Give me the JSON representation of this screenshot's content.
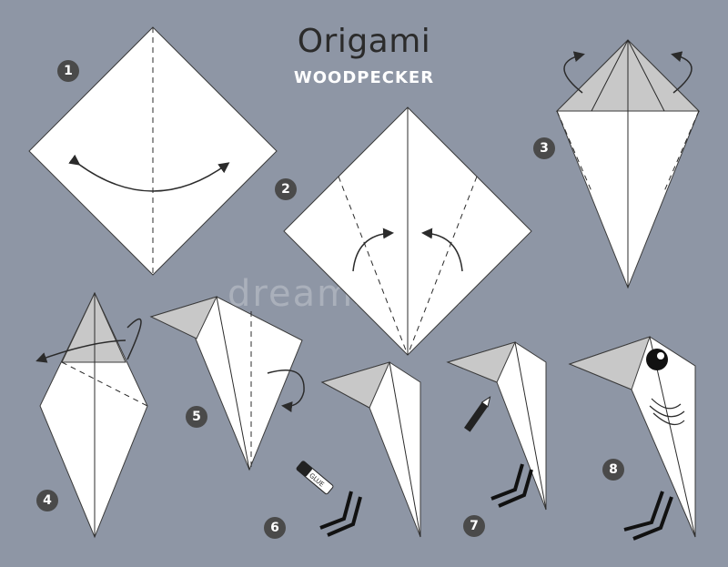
{
  "title": "Origami",
  "subtitle": "WOODPECKER",
  "steps": [
    {
      "number": "1"
    },
    {
      "number": "2"
    },
    {
      "number": "3"
    },
    {
      "number": "4"
    },
    {
      "number": "5"
    },
    {
      "number": "6"
    },
    {
      "number": "7"
    },
    {
      "number": "8"
    }
  ],
  "glue_label": "GLUE",
  "watermark": "dreamstime",
  "colors": {
    "background": "#8e96a5",
    "paper": "#ffffff",
    "paper_shade": "#c8c8c8",
    "line": "#2b2b2b",
    "badge": "#4a4a4a",
    "legs": "#111111"
  },
  "icons": [
    "fold-arrow-icon",
    "pencil-icon",
    "glue-stick-icon",
    "eye-icon"
  ]
}
